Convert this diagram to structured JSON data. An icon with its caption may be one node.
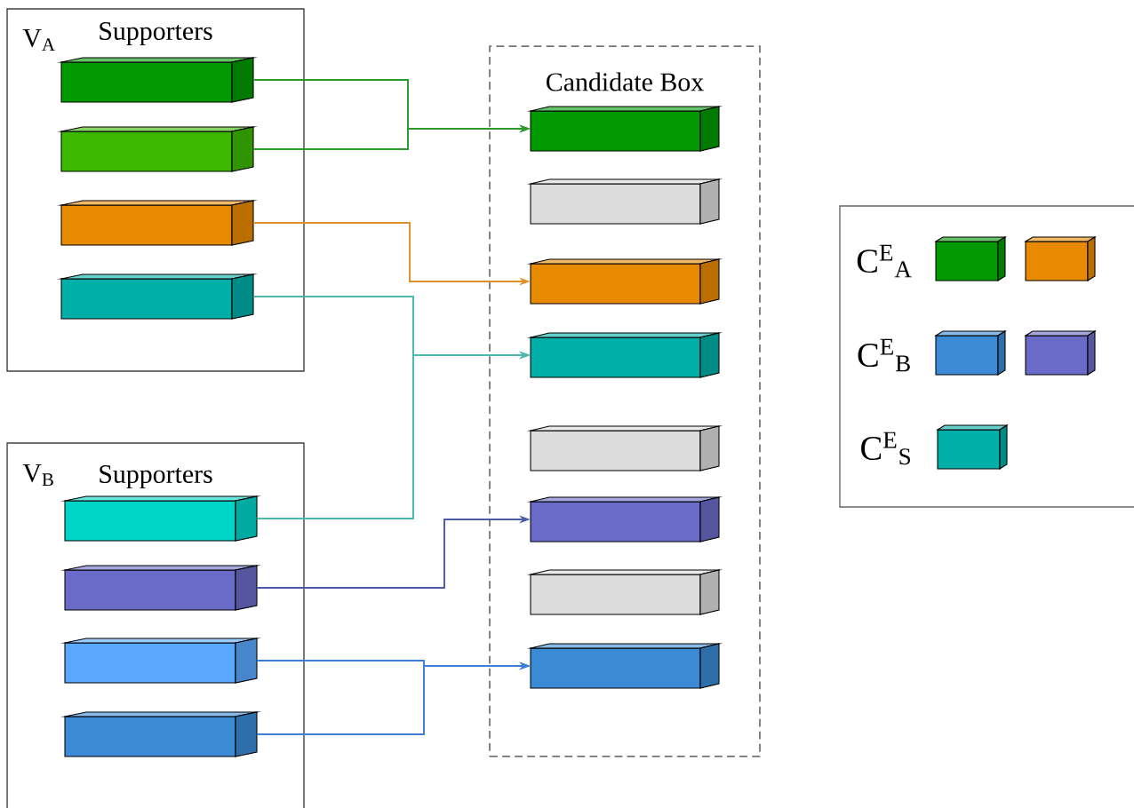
{
  "diagram": {
    "nodes": [
      {
        "text": [
          "V$_{A}$",
          "Supporters"
        ]
      },
      {
        "text": [],
        "shape": "box",
        "in": 0
      },
      {
        "text": [],
        "shape": "box",
        "in": 0
      },
      {
        "text": [],
        "shape": "box",
        "in": 0
      },
      {
        "text": [],
        "shape": "box",
        "in": 0
      },
      {
        "text": [
          "V$_{B}$",
          "Supporters"
        ]
      },
      {
        "text": [],
        "shape": "box",
        "in": 5
      },
      {
        "text": [],
        "shape": "box",
        "in": 5
      },
      {
        "text": [],
        "shape": "box",
        "in": 5
      },
      {
        "text": [],
        "shape": "box",
        "in": 5
      },
      {
        "text": [
          "Candidate Box"
        ]
      },
      {
        "text": [],
        "shape": "box",
        "in": 10
      },
      {
        "text": [],
        "shape": "box",
        "in": 10
      },
      {
        "text": [],
        "shape": "box",
        "in": 10
      },
      {
        "text": [],
        "shape": "box",
        "in": 10
      },
      {
        "text": [],
        "shape": "box",
        "in": 10
      },
      {
        "text": [],
        "shape": "box",
        "in": 10
      },
      {
        "text": [],
        "shape": "box",
        "in": 10
      },
      {
        "text": [],
        "shape": "box",
        "in": 10
      },
      {
        "text": [],
        "shape": "box"
      },
      {
        "text": [],
        "shape": "box",
        "in": 19
      },
      {
        "text": [],
        "shape": "box",
        "in": 19
      },
      {
        "text": [],
        "shape": "box",
        "in": 19
      },
      {
        "text": [],
        "shape": "box",
        "in": 19
      },
      {
        "text": [],
        "shape": "box",
        "in": 19
      }
    ],
    "edges": [
      {
        "from": 1,
        "to": 11,
        "arrow": "to",
        "color": "#2a9a2a"
      },
      {
        "from": 2,
        "to": 11,
        "arrow": "to",
        "color": "#2a9a2a"
      },
      {
        "from": 3,
        "to": 13,
        "arrow": "to",
        "color": "#e0902a"
      },
      {
        "from": 4,
        "to": 14,
        "arrow": "to",
        "color": "#4ab8b0"
      },
      {
        "from": 6,
        "to": 14,
        "arrow": "to",
        "color": "#4ab8b0"
      },
      {
        "from": 7,
        "to": 16,
        "arrow": "to",
        "color": "#4a5aa8"
      },
      {
        "from": 8,
        "to": 18,
        "arrow": "to",
        "color": "#3a80d6"
      },
      {
        "from": 9,
        "to": 18,
        "arrow": "to",
        "color": "#3a80d6"
      }
    ],
    "labels": [
      "C$^{E}$$_{A}$",
      "C$^{E}$$_{B}$",
      "C$^{E}$$_{S}$"
    ]
  }
}
